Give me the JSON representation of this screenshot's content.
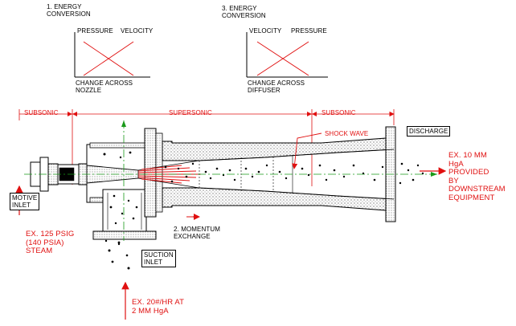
{
  "energy_conversion_1": {
    "title_line1": "1. ENERGY",
    "title_line2": "CONVERSION",
    "y_left": "PRESSURE",
    "y_right": "VELOCITY",
    "x_line1": "CHANGE ACROSS",
    "x_line2": "NOZZLE"
  },
  "energy_conversion_3": {
    "title_line1": "3. ENERGY",
    "title_line2": "CONVERSION",
    "y_left": "VELOCITY",
    "y_right": "PRESSURE",
    "x_line1": "CHANGE ACROSS",
    "x_line2": "DIFFUSER"
  },
  "zones": {
    "subsonic_left": "SUBSONIC",
    "supersonic": "SUPERSONIC",
    "subsonic_right": "SUBSONIC"
  },
  "callouts": {
    "shock_wave": "SHOCK WAVE",
    "discharge": "DISCHARGE",
    "motive_inlet_line1": "MOTIVE",
    "motive_inlet_line2": "INLET",
    "suction_inlet_line1": "SUCTION",
    "suction_inlet_line2": "INLET",
    "momentum_line1": "2. MOMENTUM",
    "momentum_line2": "EXCHANGE"
  },
  "conditions": {
    "motive_line1": "EX. 125 PSIG",
    "motive_line2": "(140 PSIA)",
    "motive_line3": "STEAM",
    "suction_line1": "EX. 20#/HR AT",
    "suction_line2": "2 MM HgA",
    "discharge_line1": "EX. 10 MM",
    "discharge_line2": "HgA",
    "discharge_line3": "PROVIDED",
    "discharge_line4": "BY",
    "discharge_line5": "DOWNSTREAM",
    "discharge_line6": "EQUIPMENT"
  },
  "colors": {
    "annotation_red": "#e01010",
    "line_black": "#000000",
    "centerline_green": "#1a9a1a",
    "hatch_gray": "#555555"
  }
}
